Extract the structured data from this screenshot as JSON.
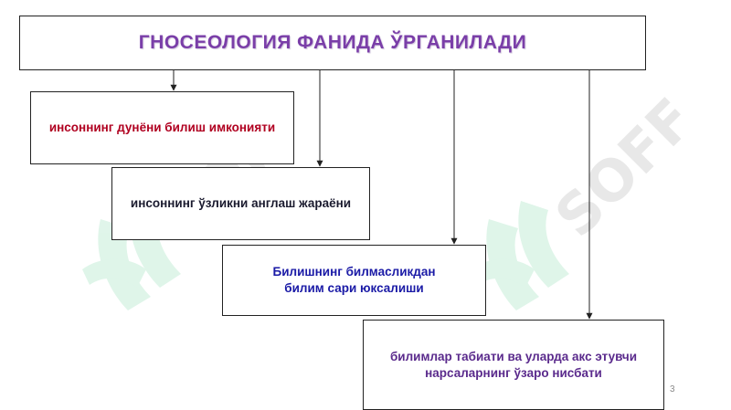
{
  "diagram": {
    "title": "ГНОСЕОЛОГИЯ ФАНИДА ЎРГАНИЛАДИ",
    "items": [
      {
        "lines": [
          "инсоннинг дунёни билиш имконияти"
        ]
      },
      {
        "lines": [
          "инсоннинг ўзликни англаш жараёни"
        ]
      },
      {
        "lines": [
          "Билишнинг билмасликдан",
          "билим сари юксалиши"
        ]
      },
      {
        "lines": [
          "билимлар табиати ва уларда акс этувчи",
          "нарсаларнинг ўзаро нисбати"
        ]
      }
    ]
  },
  "watermark": {
    "text": "SOFF",
    "color": "#3cc37a"
  },
  "page_number": "3",
  "colors": {
    "title": "#7a3ea8",
    "item1": "#b00020",
    "item2": "#1a1a2e",
    "item3": "#1a1aa6",
    "item4": "#5a2a8c"
  }
}
